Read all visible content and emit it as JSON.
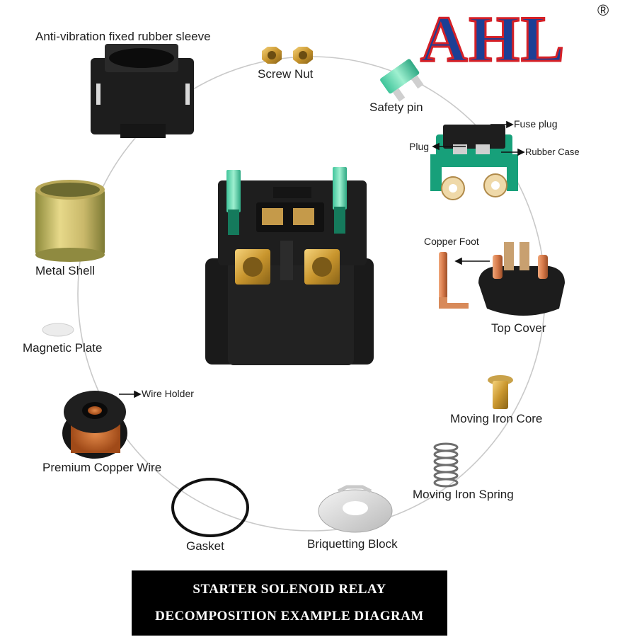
{
  "brand": {
    "logo_text": "AHL",
    "registered_mark": "®",
    "colors": {
      "red": "#d42027",
      "blue": "#1c3f95"
    }
  },
  "parts": {
    "rubber_sleeve": "Anti-vibration fixed rubber sleeve",
    "screw_nut": "Screw Nut",
    "safety_pin": "Safety pin",
    "fuse_plug": "Fuse plug",
    "plug": "Plug",
    "rubber_case": "Rubber Case",
    "copper_foot": "Copper Foot",
    "top_cover": "Top Cover",
    "moving_iron_core": "Moving Iron Core",
    "moving_iron_spring": "Moving Iron Spring",
    "briquetting_block": "Briquetting Block",
    "gasket": "Gasket",
    "premium_copper_wire": "Premium Copper Wire",
    "wire_holder": "Wire Holder",
    "magnetic_plate": "Magnetic Plate",
    "metal_shell": "Metal Shell"
  },
  "banner": {
    "line1": "STARTER SOLENOID RELAY",
    "line2": "DECOMPOSITION EXAMPLE DIAGRAM"
  }
}
